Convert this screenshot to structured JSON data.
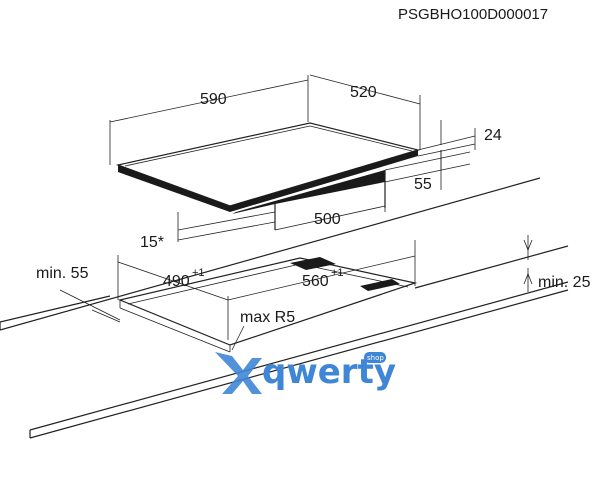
{
  "document_code": "PSGBHO100D000017",
  "dimensions": {
    "width_590": "590",
    "depth_520": "520",
    "thickness_24": "24",
    "height_55": "55",
    "inner_500": "500",
    "offset_15": "15*",
    "min_55": "min. 55",
    "cutout_490": "490",
    "cutout_490_tol": "+1",
    "cutout_560": "560",
    "cutout_560_tol": "+1",
    "max_r5": "max R5",
    "min_25": "min. 25"
  },
  "watermark": {
    "text": "qwerty",
    "badge": "shop",
    "color": "#3f86d6"
  }
}
